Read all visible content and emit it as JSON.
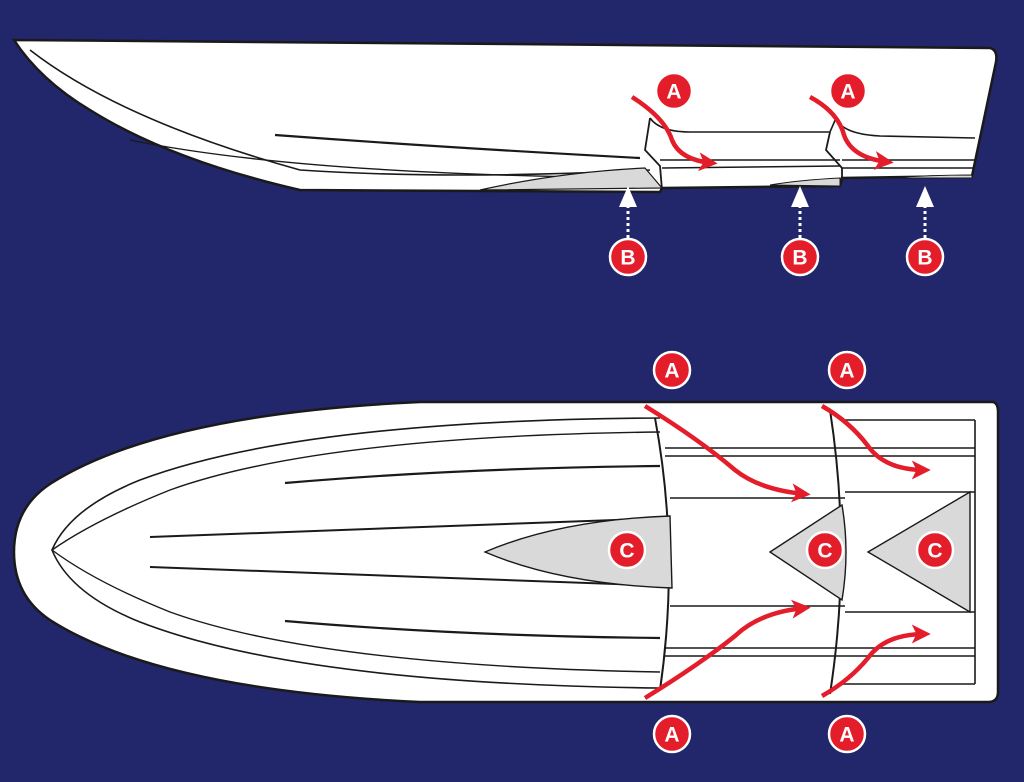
{
  "colors": {
    "background": "#22266a",
    "hull": "#ffffff",
    "outline": "#1a1a1a",
    "shade": "#d9d9d9",
    "arrow": "#e31d2a",
    "badge_ring": "#ffffff",
    "dotted_arrow": "#ffffff"
  },
  "labels": {
    "air": "A",
    "step": "B",
    "pocket": "C"
  },
  "icons": {
    "side_view": "boat-hull-side-profile",
    "bottom_view": "boat-hull-bottom-plan",
    "airflow": "red-curved-arrow",
    "pointer": "dotted-up-arrow"
  }
}
